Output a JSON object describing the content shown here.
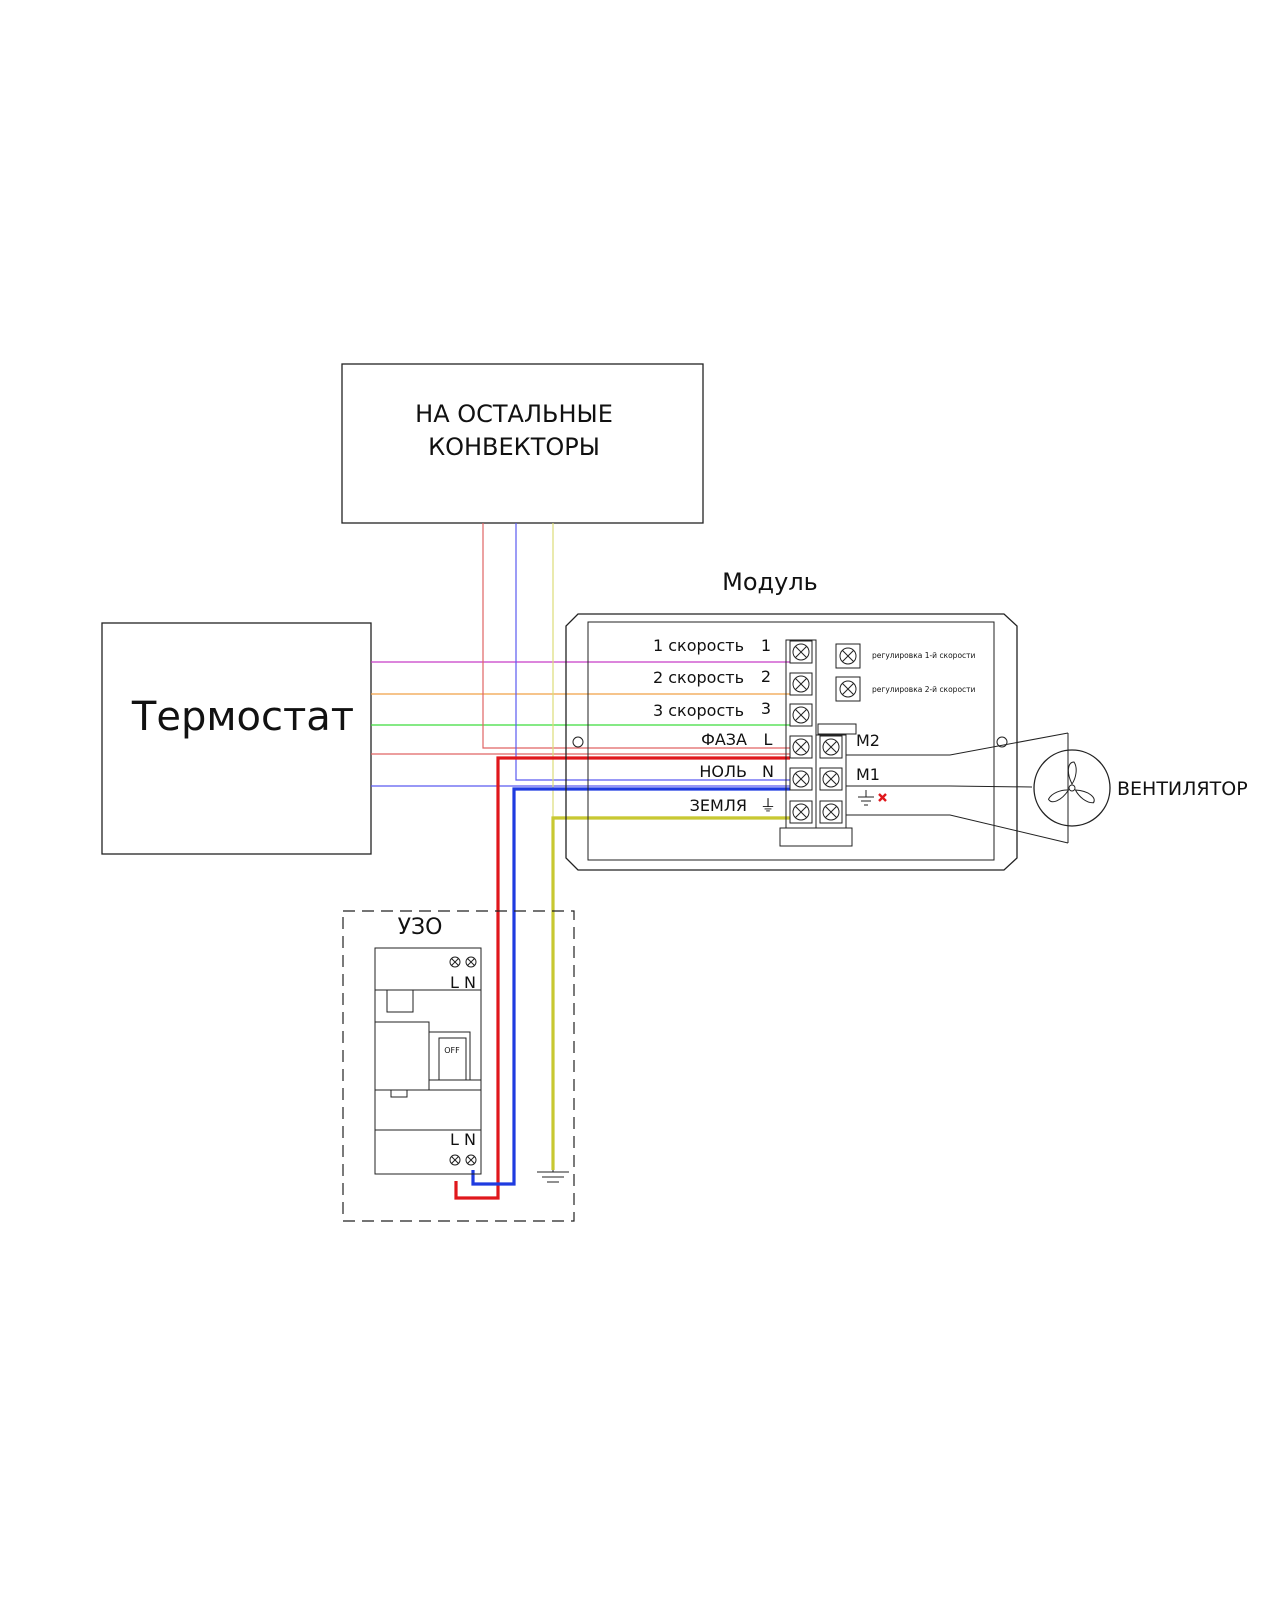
{
  "convectors_box": {
    "line1": "НА ОСТАЛЬНЫЕ",
    "line2": "КОНВЕКТОРЫ"
  },
  "thermostat": {
    "label": "Термостат"
  },
  "module": {
    "title": "Модуль",
    "speed_rows": [
      {
        "label": "1 скорость",
        "code": "1"
      },
      {
        "label": "2 скорость",
        "code": "2"
      },
      {
        "label": "3 скорость",
        "code": "3"
      }
    ],
    "power_rows": [
      {
        "label": "ФАЗА",
        "code": "L"
      },
      {
        "label": "НОЛЬ",
        "code": "N"
      },
      {
        "label": "ЗЕМЛЯ",
        "code": "⏚"
      }
    ],
    "motor_terminals": {
      "m2": "М2",
      "m1": "М1"
    },
    "regulation_labels": [
      "регулировка 1-й скорости",
      "регулировка 2-й скорости"
    ]
  },
  "fan": {
    "label": "ВЕНТИЛЯТОР"
  },
  "rcd": {
    "title": "УЗО",
    "top_terminals": "L N",
    "bottom_terminals": "L N",
    "switch_label": "OFF"
  },
  "colors": {
    "phase": "#e0171c",
    "neutral": "#1f3be0",
    "earth": "#c8c832",
    "speed1": "#c83cc8",
    "speed2": "#f0a046",
    "speed3": "#3cdc3c",
    "thin_phase": "#e06464",
    "thin_neutral": "#5a5af0",
    "thin_earth": "#dcdc78",
    "marker": "#e0171c"
  }
}
